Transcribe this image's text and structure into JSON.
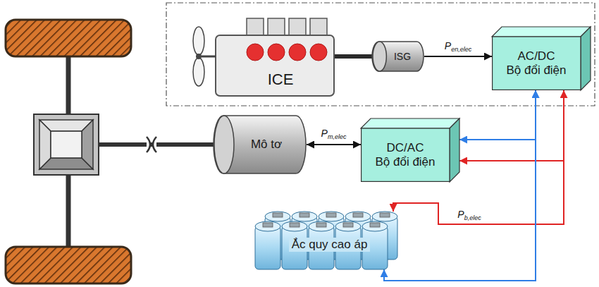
{
  "diagram": {
    "nodes": [
      {
        "text": [
          "ICE"
        ]
      },
      {
        "text": [
          "ISG"
        ]
      },
      {
        "text": [
          "AC/DC Bộ đổi điện"
        ]
      },
      {
        "text": [
          "Mô tơ"
        ]
      },
      {
        "text": [
          "DC/AC Bộ đổi điện"
        ]
      },
      {
        "text": [
          "Ắc quy cao áp"
        ]
      }
    ],
    "edges": [
      {
        "from": 0,
        "to": 1,
        "arrow": "none"
      },
      {
        "from": 1,
        "to": 2,
        "arrow": "to",
        "label": "Pen,elec"
      },
      {
        "from": 3,
        "to": 4,
        "arrow": "both",
        "label": "Pm,elec"
      },
      {
        "from": 4,
        "to": 2,
        "arrow": "both"
      },
      {
        "from": 4,
        "to": 2,
        "arrow": "both"
      },
      {
        "from": 2,
        "to": 5,
        "arrow": "to",
        "label": "Pb,elec"
      },
      {
        "from": 5,
        "to": 2,
        "arrow": "both"
      }
    ]
  }
}
